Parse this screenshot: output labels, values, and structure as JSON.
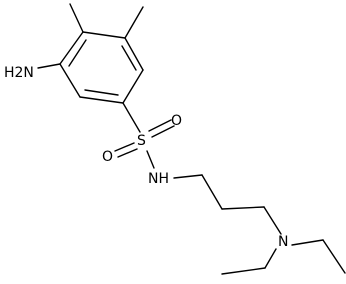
{
  "molecule": {
    "atoms": {
      "amine": "H2N",
      "sulfur": "S",
      "oxygen_top": "O",
      "oxygen_bottom": "O",
      "sulfonamide_nh": "NH",
      "tertiary_amine": "N"
    },
    "colors": {
      "bond": "#000000",
      "label": "#000000",
      "background": "#ffffff"
    }
  }
}
